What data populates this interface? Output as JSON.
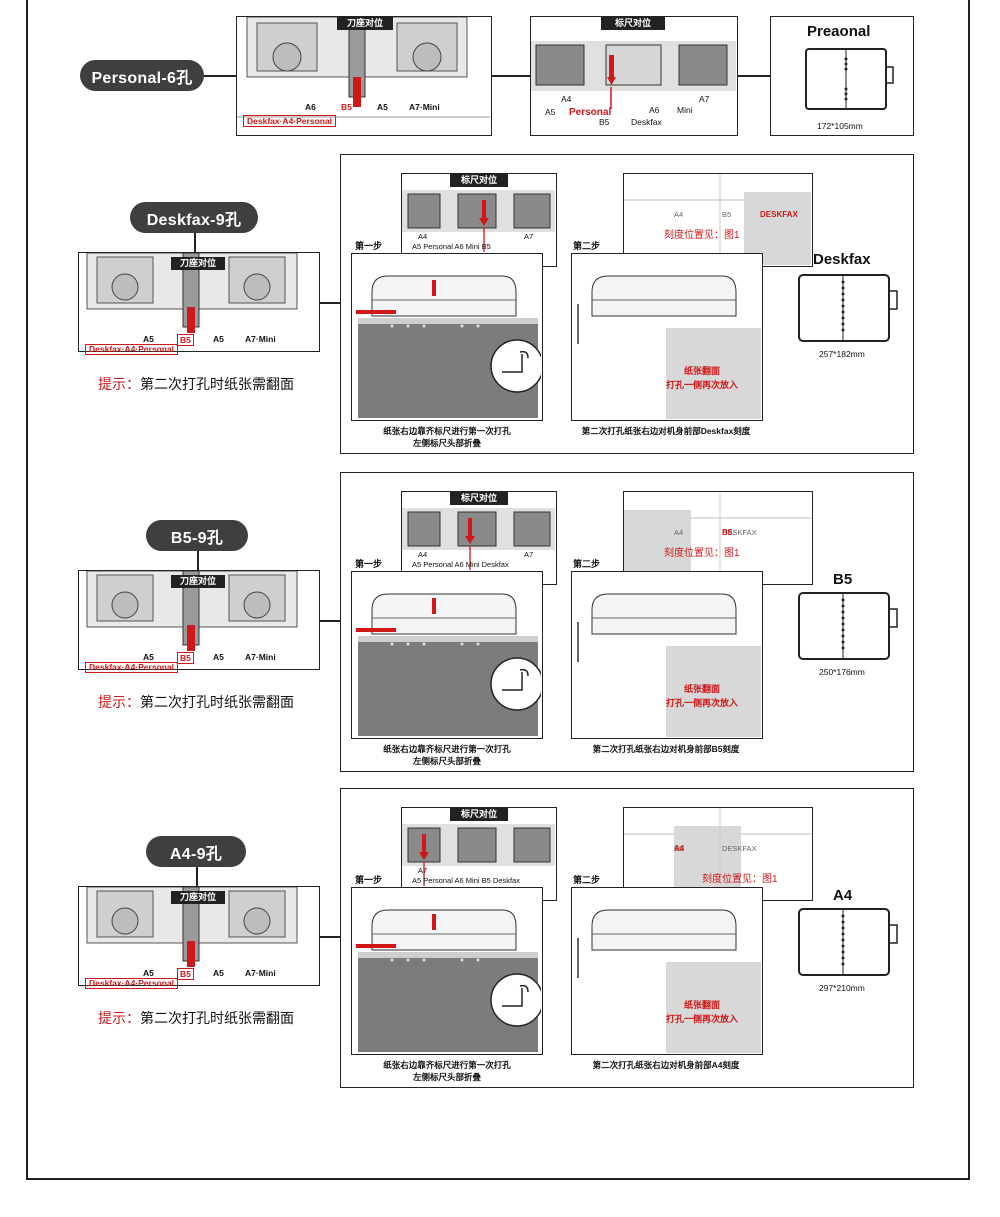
{
  "sections": [
    {
      "id": "personal",
      "label": "Personal-6孔",
      "blade_header": "刀座对位",
      "blade_sizes": [
        "A6",
        "B5",
        "A5",
        "A7·Mini"
      ],
      "blade_active": "B5",
      "blade_formats": "Deskfax·A4·Personal",
      "ruler_header": "标尺对位",
      "ruler_marks_top": [
        "A4",
        "A6",
        "A7"
      ],
      "ruler_marks_bottom": [
        "A5",
        "Personal",
        "Mini",
        "B5",
        "Deskfax"
      ],
      "ruler_active": "Personal",
      "format_title": "Preaonal",
      "format_dims": "172*105mm"
    },
    {
      "id": "deskfax",
      "label": "Deskfax-9孔",
      "blade_header": "刀座对位",
      "blade_sizes": [
        "A5",
        "B5",
        "A5",
        "A7·Mini"
      ],
      "blade_active": "B5",
      "blade_formats": "Deskfax·A4·Personal",
      "hint_prefix": "提示：",
      "hint_text": "第二次打孔时纸张需翻面",
      "step1_label": "第一步",
      "step2_label": "第二步",
      "ruler_header": "标尺对位",
      "ruler_marks_top": [
        "A4",
        "A7"
      ],
      "ruler_marks_bottom": [
        "A5",
        "Personal",
        "A6",
        "Mini",
        "B5"
      ],
      "ruler_active": "Deskfax",
      "step2_marks": [
        "A4",
        "B5"
      ],
      "step2_active": "DESKFAX",
      "scale_note": "刻度位置见：图1",
      "paper_note_1": "纸张翻面",
      "paper_note_2": "打孔一侧再次放入",
      "caption1_line1": "纸张右边靠齐标尺进行第一次打孔",
      "caption1_line2": "左侧标尺头部折叠",
      "caption2": "第二次打孔纸张右边对机身前部Deskfax刻度",
      "format_title": "Deskfax",
      "format_dims": "257*182mm"
    },
    {
      "id": "b5",
      "label": "B5-9孔",
      "blade_header": "刀座对位",
      "blade_sizes": [
        "A5",
        "B5",
        "A5",
        "A7·Mini"
      ],
      "blade_active": "B5",
      "blade_formats": "Deskfax·A4·Personal",
      "hint_prefix": "提示：",
      "hint_text": "第二次打孔时纸张需翻面",
      "step1_label": "第一步",
      "step2_label": "第二步",
      "ruler_header": "标尺对位",
      "ruler_marks_top": [
        "A4",
        "A7"
      ],
      "ruler_marks_bottom": [
        "A5",
        "Personal",
        "A6",
        "Mini",
        "Deskfax"
      ],
      "ruler_active": "B5",
      "step2_marks": [
        "A4",
        "DESKFAX"
      ],
      "step2_active": "B5",
      "scale_note": "刻度位置见：图1",
      "paper_note_1": "纸张翻面",
      "paper_note_2": "打孔一侧再次放入",
      "caption1_line1": "纸张右边靠齐标尺进行第一次打孔",
      "caption1_line2": "左侧标尺头部折叠",
      "caption2": "第二次打孔纸张右边对机身前部B5刻度",
      "format_title": "B5",
      "format_dims": "250*176mm"
    },
    {
      "id": "a4",
      "label": "A4-9孔",
      "blade_header": "刀座对位",
      "blade_sizes": [
        "A5",
        "B5",
        "A5",
        "A7·Mini"
      ],
      "blade_active": "B5",
      "blade_formats": "Deskfax·A4·Personal",
      "hint_prefix": "提示：",
      "hint_text": "第二次打孔时纸张需翻面",
      "step1_label": "第一步",
      "step2_label": "第二步",
      "ruler_header": "标尺对位",
      "ruler_marks_top": [
        "A7"
      ],
      "ruler_marks_bottom": [
        "A5",
        "Personal",
        "A6",
        "Mini",
        "B5",
        "Deskfax"
      ],
      "ruler_active": "A4",
      "step2_marks": [
        "B5",
        "DESKFAX"
      ],
      "step2_active": "A4",
      "scale_note": "刻度位置见：图1",
      "paper_note_1": "纸张翻面",
      "paper_note_2": "打孔一侧再次放入",
      "caption1_line1": "纸张右边靠齐标尺进行第一次打孔",
      "caption1_line2": "左侧标尺头部折叠",
      "caption2": "第二次打孔纸张右边对机身前部A4刻度",
      "format_title": "A4",
      "format_dims": "297*210mm"
    }
  ],
  "colors": {
    "accent_red": "#d01818",
    "pill_bg": "#3f3f3f",
    "panel_gray": "#d8d8d8",
    "dark_gray": "#7a7a7a"
  }
}
